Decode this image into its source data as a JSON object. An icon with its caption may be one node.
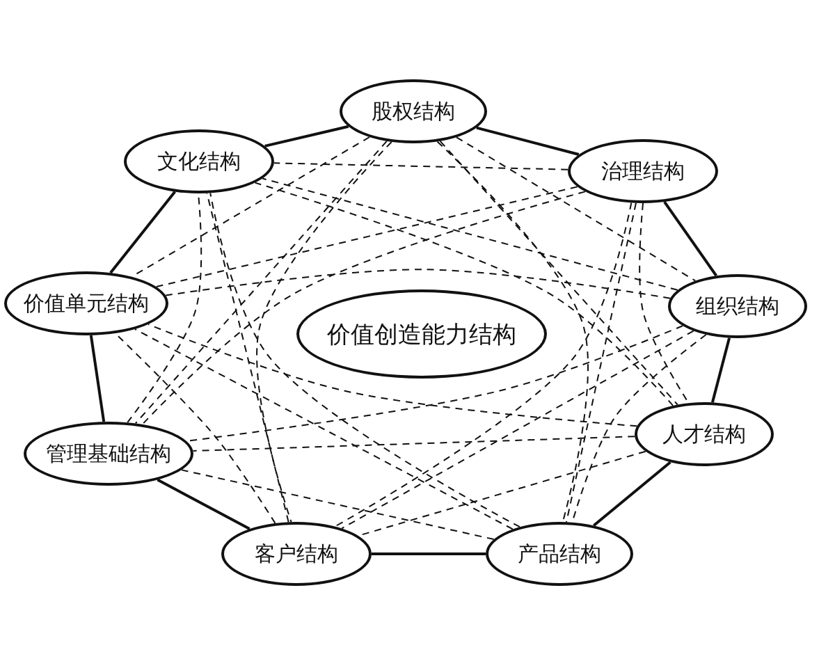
{
  "diagram": {
    "nodes": [
      {
        "text": [
          "股权结构"
        ]
      },
      {
        "text": [
          "治理结构"
        ]
      },
      {
        "text": [
          "组织结构"
        ]
      },
      {
        "text": [
          "人才结构"
        ]
      },
      {
        "text": [
          "产品结构"
        ]
      },
      {
        "text": [
          "客户结构"
        ]
      },
      {
        "text": [
          "管理基础结构"
        ]
      },
      {
        "text": [
          "价值单元结构"
        ]
      },
      {
        "text": [
          "文化结构"
        ]
      },
      {
        "text": [
          "价值创造能力结构"
        ]
      }
    ],
    "edges": [
      {
        "from": 0,
        "to": 1,
        "arrow": "none"
      },
      {
        "from": 1,
        "to": 2,
        "arrow": "none"
      },
      {
        "from": 2,
        "to": 3,
        "arrow": "none"
      },
      {
        "from": 3,
        "to": 4,
        "arrow": "none"
      },
      {
        "from": 4,
        "to": 5,
        "arrow": "none"
      },
      {
        "from": 5,
        "to": 6,
        "arrow": "none"
      },
      {
        "from": 6,
        "to": 7,
        "arrow": "none"
      },
      {
        "from": 7,
        "to": 8,
        "arrow": "none"
      },
      {
        "from": 8,
        "to": 0,
        "arrow": "none"
      },
      {
        "from": 0,
        "to": 2,
        "arrow": "none",
        "style": "dashed"
      },
      {
        "from": 0,
        "to": 3,
        "arrow": "none",
        "style": "dashed"
      },
      {
        "from": 0,
        "to": 4,
        "arrow": "none",
        "style": "dashed"
      },
      {
        "from": 0,
        "to": 5,
        "arrow": "none",
        "style": "dashed"
      },
      {
        "from": 0,
        "to": 6,
        "arrow": "none",
        "style": "dashed"
      },
      {
        "from": 0,
        "to": 7,
        "arrow": "none",
        "style": "dashed"
      },
      {
        "from": 1,
        "to": 3,
        "arrow": "none",
        "style": "dashed"
      },
      {
        "from": 1,
        "to": 4,
        "arrow": "none",
        "style": "dashed"
      },
      {
        "from": 1,
        "to": 5,
        "arrow": "none",
        "style": "dashed"
      },
      {
        "from": 1,
        "to": 6,
        "arrow": "none",
        "style": "dashed"
      },
      {
        "from": 1,
        "to": 7,
        "arrow": "none",
        "style": "dashed"
      },
      {
        "from": 1,
        "to": 8,
        "arrow": "none",
        "style": "dashed"
      },
      {
        "from": 2,
        "to": 4,
        "arrow": "none",
        "style": "dashed"
      },
      {
        "from": 2,
        "to": 5,
        "arrow": "none",
        "style": "dashed"
      },
      {
        "from": 2,
        "to": 6,
        "arrow": "none",
        "style": "dashed"
      },
      {
        "from": 2,
        "to": 7,
        "arrow": "none",
        "style": "dashed"
      },
      {
        "from": 2,
        "to": 8,
        "arrow": "none",
        "style": "dashed"
      },
      {
        "from": 3,
        "to": 5,
        "arrow": "none",
        "style": "dashed"
      },
      {
        "from": 3,
        "to": 6,
        "arrow": "none",
        "style": "dashed"
      },
      {
        "from": 3,
        "to": 7,
        "arrow": "none",
        "style": "dashed"
      },
      {
        "from": 3,
        "to": 8,
        "arrow": "none",
        "style": "dashed"
      },
      {
        "from": 4,
        "to": 6,
        "arrow": "none",
        "style": "dashed"
      },
      {
        "from": 4,
        "to": 7,
        "arrow": "none",
        "style": "dashed"
      },
      {
        "from": 4,
        "to": 8,
        "arrow": "none",
        "style": "dashed"
      },
      {
        "from": 5,
        "to": 7,
        "arrow": "none",
        "style": "dashed"
      },
      {
        "from": 5,
        "to": 8,
        "arrow": "none",
        "style": "dashed"
      },
      {
        "from": 6,
        "to": 8,
        "arrow": "none",
        "style": "dashed"
      }
    ]
  }
}
